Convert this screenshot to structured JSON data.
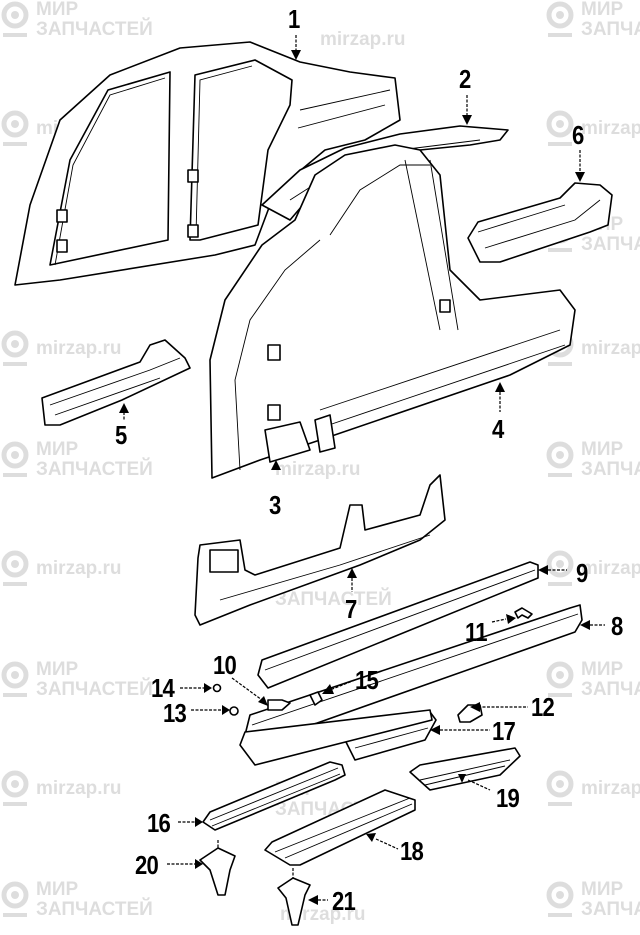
{
  "diagram": {
    "type": "exploded-parts-diagram",
    "subject": "Car body side panels, rocker panels, sill plates and clips",
    "watermark": {
      "line1": "МИР",
      "line2": "ЗАПЧАСТЕЙ",
      "url": "mirzap.ru"
    },
    "callouts": [
      {
        "id": 1,
        "label": "1"
      },
      {
        "id": 2,
        "label": "2"
      },
      {
        "id": 3,
        "label": "3"
      },
      {
        "id": 4,
        "label": "4"
      },
      {
        "id": 5,
        "label": "5"
      },
      {
        "id": 6,
        "label": "6"
      },
      {
        "id": 7,
        "label": "7"
      },
      {
        "id": 8,
        "label": "8"
      },
      {
        "id": 9,
        "label": "9"
      },
      {
        "id": 10,
        "label": "10"
      },
      {
        "id": 11,
        "label": "11"
      },
      {
        "id": 12,
        "label": "12"
      },
      {
        "id": 13,
        "label": "13"
      },
      {
        "id": 14,
        "label": "14"
      },
      {
        "id": 15,
        "label": "15"
      },
      {
        "id": 16,
        "label": "16"
      },
      {
        "id": 17,
        "label": "17"
      },
      {
        "id": 18,
        "label": "18"
      },
      {
        "id": 19,
        "label": "19"
      },
      {
        "id": 20,
        "label": "20"
      },
      {
        "id": 21,
        "label": "21"
      }
    ]
  }
}
